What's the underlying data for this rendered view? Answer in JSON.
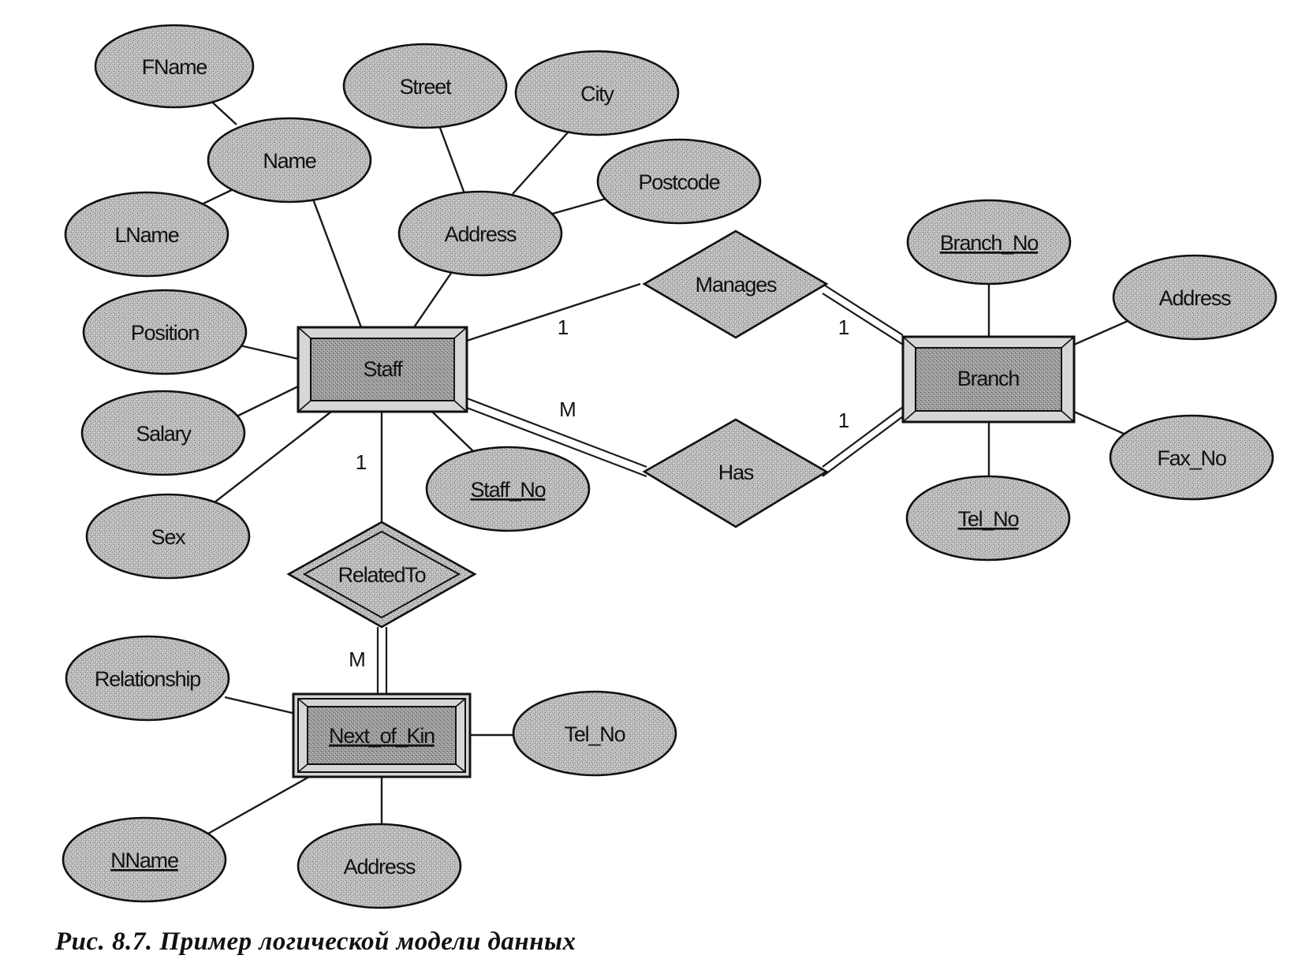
{
  "entities": [
    {
      "id": "staff",
      "label": "Staff"
    },
    {
      "id": "branch",
      "label": "Branch"
    },
    {
      "id": "kin",
      "label": "Next_of_Kin",
      "underline": true
    }
  ],
  "relationships": [
    {
      "id": "manages",
      "label": "Manages"
    },
    {
      "id": "has",
      "label": "Has"
    },
    {
      "id": "related",
      "label": "RelatedTo"
    }
  ],
  "attributes": [
    {
      "id": "fname",
      "label": "FName"
    },
    {
      "id": "name",
      "label": "Name"
    },
    {
      "id": "lname",
      "label": "LName"
    },
    {
      "id": "street",
      "label": "Street"
    },
    {
      "id": "city",
      "label": "City"
    },
    {
      "id": "postcode",
      "label": "Postcode"
    },
    {
      "id": "staff_address",
      "label": "Address"
    },
    {
      "id": "position",
      "label": "Position"
    },
    {
      "id": "salary",
      "label": "Salary"
    },
    {
      "id": "sex",
      "label": "Sex"
    },
    {
      "id": "staff_no",
      "label": "Staff_No",
      "underline": true
    },
    {
      "id": "branch_no",
      "label": "Branch_No",
      "underline": true
    },
    {
      "id": "branch_address",
      "label": "Address"
    },
    {
      "id": "fax_no",
      "label": "Fax_No"
    },
    {
      "id": "branch_tel",
      "label": "Tel_No"
    },
    {
      "id": "relationship",
      "label": "Relationship"
    },
    {
      "id": "kin_tel",
      "label": "Tel_No"
    },
    {
      "id": "nname",
      "label": "NName",
      "underline": true
    },
    {
      "id": "kin_address",
      "label": "Address"
    }
  ],
  "cardinalities": [
    {
      "id": "manages_staff",
      "label": "1"
    },
    {
      "id": "manages_branch",
      "label": "1"
    },
    {
      "id": "has_staff",
      "label": "M"
    },
    {
      "id": "has_branch",
      "label": "1"
    },
    {
      "id": "related_staff",
      "label": "1"
    },
    {
      "id": "related_kin",
      "label": "M"
    }
  ],
  "caption": "Рис. 8.7. Пример логической модели данных"
}
